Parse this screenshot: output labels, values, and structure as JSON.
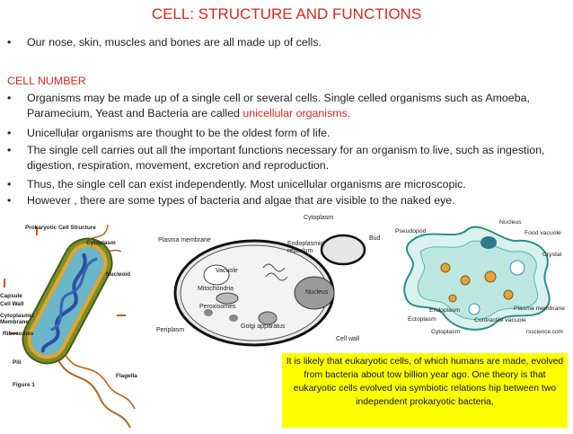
{
  "title": "CELL: STRUCTURE AND FUNCTIONS",
  "intro": "Our nose, skin, muscles and bones are all made up of cells.",
  "bullet_glyph": "•",
  "section_heading": "CELL NUMBER",
  "bullets": {
    "b1_part1": "Organisms may be made up of a single cell or several cells. Single celled organisms such as Amoeba, Paramecium, Yeast and Bacteria are called ",
    "b1_highlight": "unicellular organisms.",
    "b2": "Unicellular organisms are thought to be the oldest form of life.",
    "b3": "The single cell carries out all the important functions necessary for an organism to live, such as ingestion, digestion, respiration, movement, excretion and reproduction.",
    "b4": "Thus, the single cell can exist independently. Most unicellular organisms are microscopic.",
    "b5": "However , there are  some types of bacteria and algae that are visible to the naked eye."
  },
  "prokaryote": {
    "title": "Prokaryotic Cell Structure",
    "cytoplasm": "Cytoplasm",
    "nucleoid": "Nucleoid",
    "capsule": "Capsule",
    "cell_wall": "Cell Wall",
    "cytoplasmic_membrane": "Cytoplasmic Membrane",
    "ribosomes": "Ribosomes",
    "pili": "Pili",
    "flagella": "Flagella",
    "figure": "Figure 1"
  },
  "yeast": {
    "cytoplasm": "Cytoplasm",
    "bud": "Bud",
    "plasma_membrane": "Plasma membrane",
    "er": "Endoplasmic reticulum",
    "vacuole": "Vacuole",
    "mitochondria": "Mitochondria",
    "nucleus": "Nucleus",
    "peroxisomes": "Peroxisomes",
    "golgi": "Golgi apparatus",
    "periplasm": "Periplasm",
    "cell_wall": "Cell wall"
  },
  "amoeba": {
    "pseudopod": "Pseudopod",
    "nucleus": "Nucleus",
    "food_vacuole": "Food vacuole",
    "crystal": "Crystal",
    "endoplasm": "Endoplasm",
    "ectoplasm": "Ectoplasm",
    "plasma_membrane": "Plasma membrane",
    "contractile_vacuole": "Contractile vacuole",
    "cytoplasm": "Cytoplasm",
    "credit": "rsscience.com"
  },
  "note": "It is likely that eukaryotic cells, of which humans are made, evolved from bacteria about tow billion year ago. One theory is that eukaryotic cells evolved via symbiotic relations hip between two independent prokaryotic bacteria,",
  "colors": {
    "title_red": "#d6281e",
    "note_bg": "#ffff00"
  }
}
